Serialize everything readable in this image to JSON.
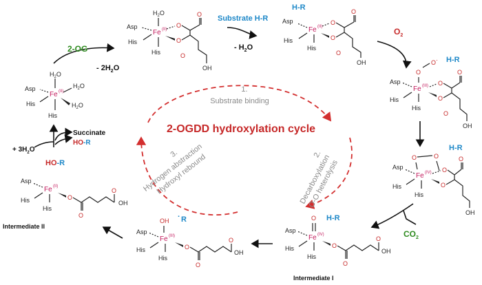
{
  "title": "2-OGDD hydroxylation cycle",
  "steps": [
    {
      "number": "1.",
      "lines": [
        "Substrate binding"
      ]
    },
    {
      "number": "2.",
      "lines": [
        "Decarboxylation",
        "O-O heterolysis"
      ]
    },
    {
      "number": "3.",
      "lines": [
        "Hydrogen abstraction",
        "Hydroxyl rebound"
      ]
    }
  ],
  "reagents": {
    "og": "2-OG",
    "water_out": "- 2H",
    "water_out_sub": "2",
    "water_out_end": "O",
    "substrate": "Substrate H-R",
    "minus_water": "- H",
    "minus_water_sub": "2",
    "minus_water_end": "O",
    "o2": "O",
    "o2_sub": "2",
    "co2": "CO",
    "co2_sub": "2",
    "succinate": "Succinate",
    "ho": "HO",
    "dash_r": "-R",
    "plus_water": "+ 3H",
    "plus_water_sub": "2",
    "plus_water_end": "O"
  },
  "labels": {
    "hr": "H-R",
    "ho_r_left": "HO",
    "ho_r_right": "-R",
    "radical_r": "R",
    "radical_dot": "·",
    "intermediate_1": "Intermediate I",
    "intermediate_2": "Intermediate II"
  },
  "atoms": {
    "fe": "Fe",
    "asp": "Asp",
    "his": "His",
    "h2o": "H",
    "h2o_sub": "2",
    "h2o_end": "O",
    "o": "O",
    "oh": "OH",
    "ho": "HO",
    "superoxo_dot": "·"
  },
  "oxidation_states": {
    "fe2": "(II)",
    "fe3": "(III)",
    "fe4": "(IV)"
  },
  "colors": {
    "iron": "#c2185b",
    "substrate": "#1e88c8",
    "reagent": "#2e8b1f",
    "cycle": "#d32f2f",
    "oxygen": "#c62828",
    "step_text": "#8a8a8a"
  }
}
